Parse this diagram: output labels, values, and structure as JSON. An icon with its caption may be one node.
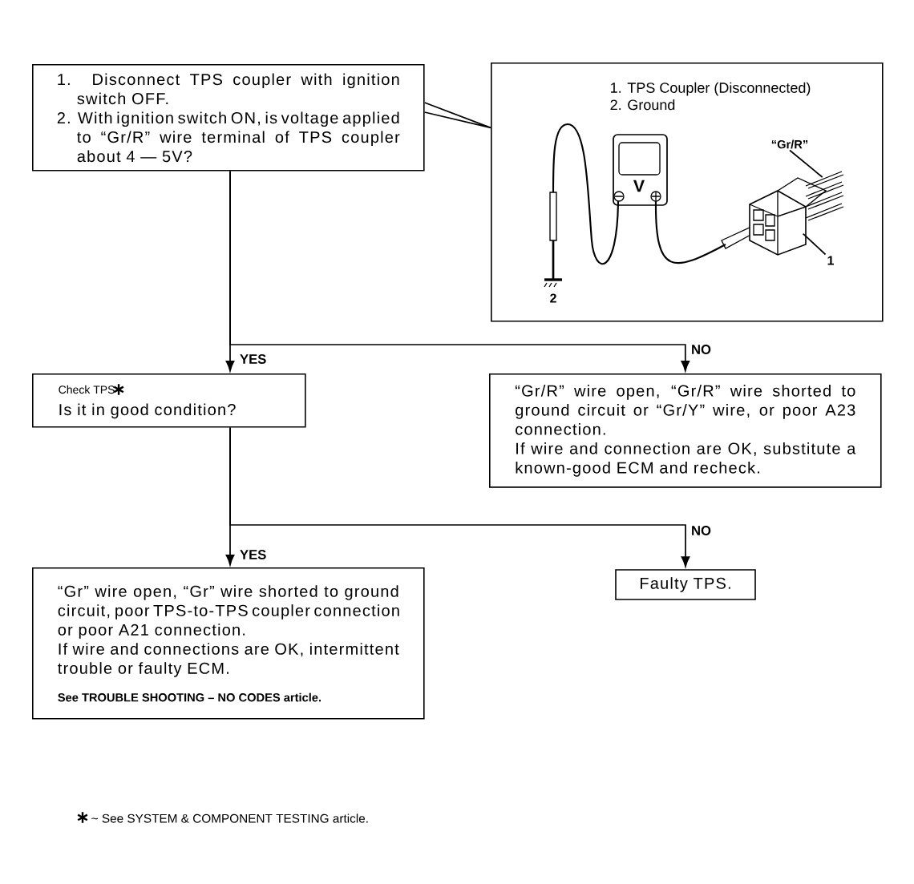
{
  "diagram": {
    "nodes": [
      {
        "text": [
          "1. Disconnect TPS coupler with ignition switch OFF.",
          "2. With ignition switch ON, is voltage applied to “Gr/R” wire terminal of TPS coupler about 4 — 5V?"
        ]
      },
      {
        "text": [
          "1. TPS Coupler (Disconnected)",
          "2. Ground"
        ]
      },
      {
        "text": [
          "“Gr/R”"
        ],
        "in": 1
      },
      {
        "text": [
          "1"
        ],
        "in": 1
      },
      {
        "text": [
          "Check TPS",
          "Is it in good condition?"
        ]
      },
      {
        "text": [
          "“Gr/R” wire open, “Gr/R” wire shorted to ground circuit or “Gr/Y” wire, or poor A23 connection.",
          "If wire and connection are OK, substitute a known-good ECM and recheck."
        ]
      },
      {
        "text": [
          "“Gr” wire open, “Gr” wire shorted to ground circuit, poor TPS-to-TPS coupler connection or poor A21 connection.",
          "If wire and connections are OK, intermittent trouble or faulty ECM.",
          "See TROUBLE SHOOTING – NO CODES article."
        ]
      },
      {
        "text": [
          "Faulty TPS."
        ]
      },
      {
        "text": [],
        "shape": "picture",
        "in": 1
      }
    ],
    "edges": [
      {
        "from": 0,
        "to": 4,
        "arrow": "to",
        "label": "YES"
      },
      {
        "from": 0,
        "to": 5,
        "arrow": "to",
        "label": "NO"
      },
      {
        "from": 4,
        "to": 6,
        "arrow": "to",
        "label": "YES"
      },
      {
        "from": 4,
        "to": 7,
        "arrow": "to",
        "label": "NO"
      },
      {
        "from": 0,
        "to": 1,
        "arrow": "none"
      },
      {
        "from": 2,
        "to": 8,
        "arrow": "none"
      },
      {
        "from": 3,
        "to": 8,
        "arrow": "none"
      }
    ],
    "labels": [
      "V",
      "2",
      "~ See SYSTEM  & COMPONENT TESTING article."
    ]
  }
}
